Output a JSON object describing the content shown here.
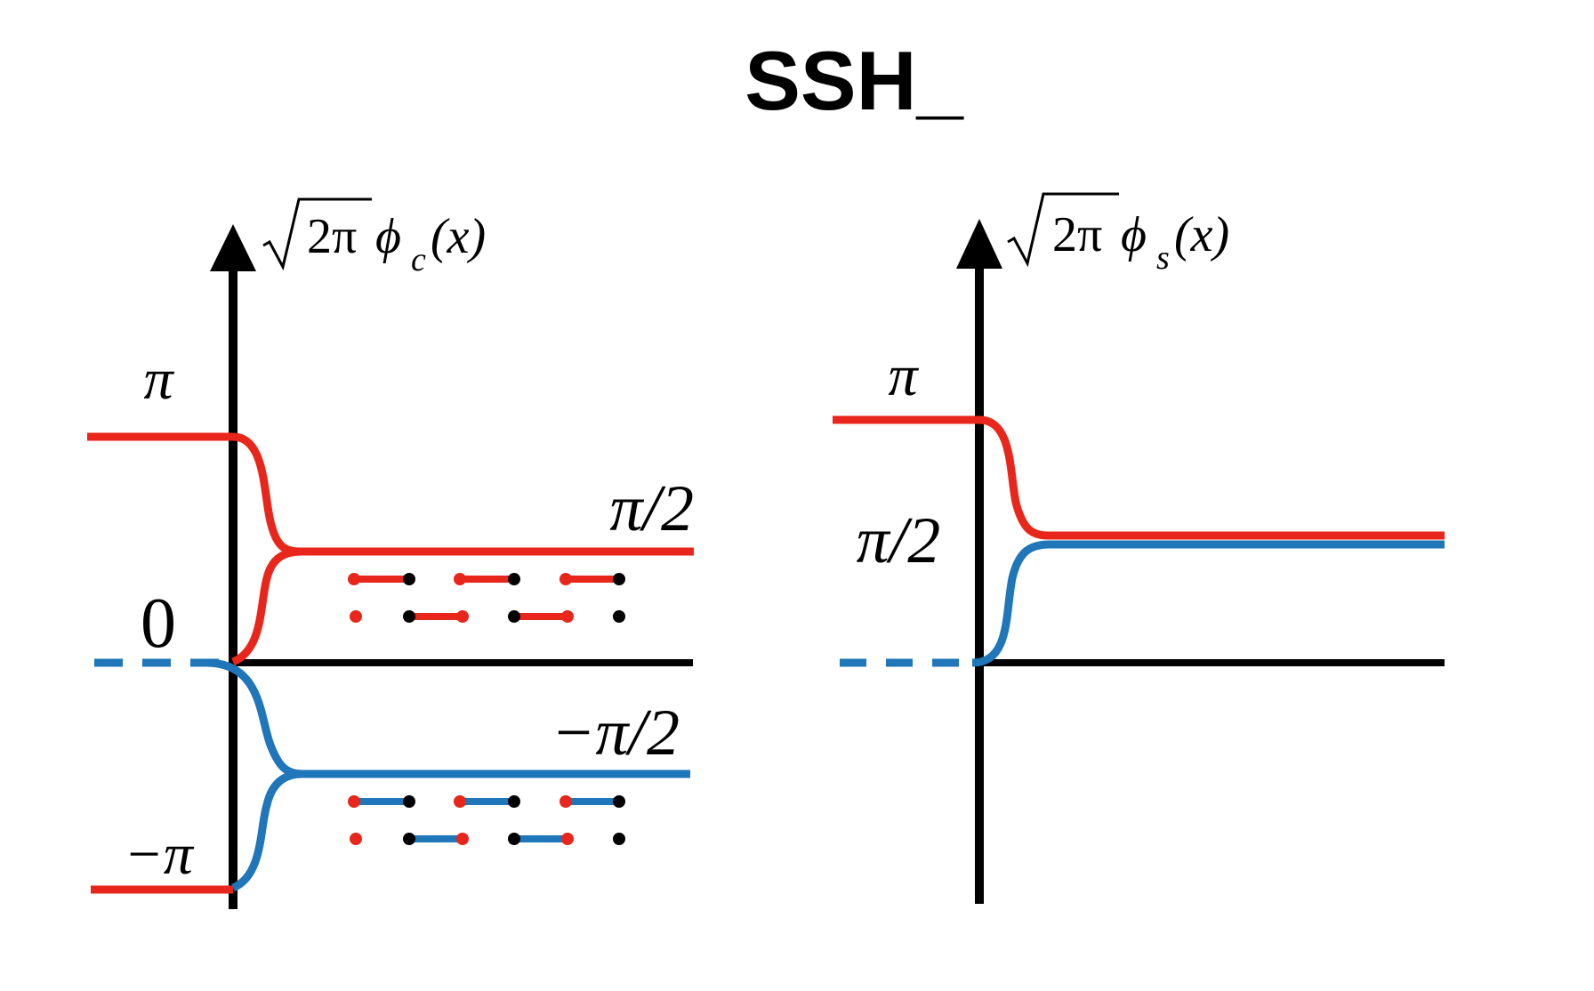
{
  "title": "SSH_",
  "colors": {
    "red": "#e8261b",
    "blue": "#1f76b8",
    "black": "#000000"
  },
  "left_panel": {
    "axis_label": {
      "root_content": "2π",
      "phi": "ϕ",
      "subscript": "c",
      "arg": "(x)"
    },
    "labels": {
      "pi": "π",
      "zero": "0",
      "minus_pi": "−π",
      "pi_half": "π/2",
      "minus_pi_half": "−π/2"
    }
  },
  "right_panel": {
    "axis_label": {
      "root_content": "2π",
      "phi": "ϕ",
      "subscript": "s",
      "arg": "(x)"
    },
    "labels": {
      "pi": "π",
      "pi_half": "π/2"
    }
  }
}
